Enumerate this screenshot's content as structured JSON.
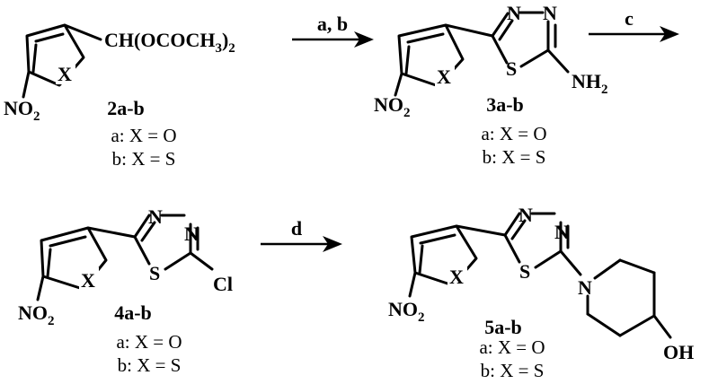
{
  "compounds": {
    "c2": {
      "id": "2a-b",
      "substituent": "CH(OCOCH",
      "substituent_sub": "3",
      "substituent_close": ")",
      "substituent_close_sub": "2",
      "heteroatom": "X",
      "nitro": "NO",
      "nitro_sub": "2",
      "variant_a": "a: X = O",
      "variant_b": "b: X = S"
    },
    "c3": {
      "id": "3a-b",
      "ring_n1": "N",
      "ring_n2": "N",
      "ring_s": "S",
      "heteroatom": "X",
      "amino": "NH",
      "amino_sub": "2",
      "nitro": "NO",
      "nitro_sub": "2",
      "variant_a": "a: X = O",
      "variant_b": "b: X = S"
    },
    "c4": {
      "id": "4a-b",
      "ring_n1": "N",
      "ring_n2": "N",
      "ring_s": "S",
      "heteroatom": "X",
      "chloro": "Cl",
      "nitro": "NO",
      "nitro_sub": "2",
      "variant_a": "a: X = O",
      "variant_b": "b: X = S"
    },
    "c5": {
      "id": "5a-b",
      "ring_n1": "N",
      "ring_n2": "N",
      "ring_s": "S",
      "heteroatom": "X",
      "pip_n": "N",
      "hydroxyl": "OH",
      "nitro": "NO",
      "nitro_sub": "2",
      "variant_a": "a: X = O",
      "variant_b": "b: X = S"
    }
  },
  "arrows": [
    {
      "label": "a, b"
    },
    {
      "label": "c"
    },
    {
      "label": "d"
    }
  ]
}
